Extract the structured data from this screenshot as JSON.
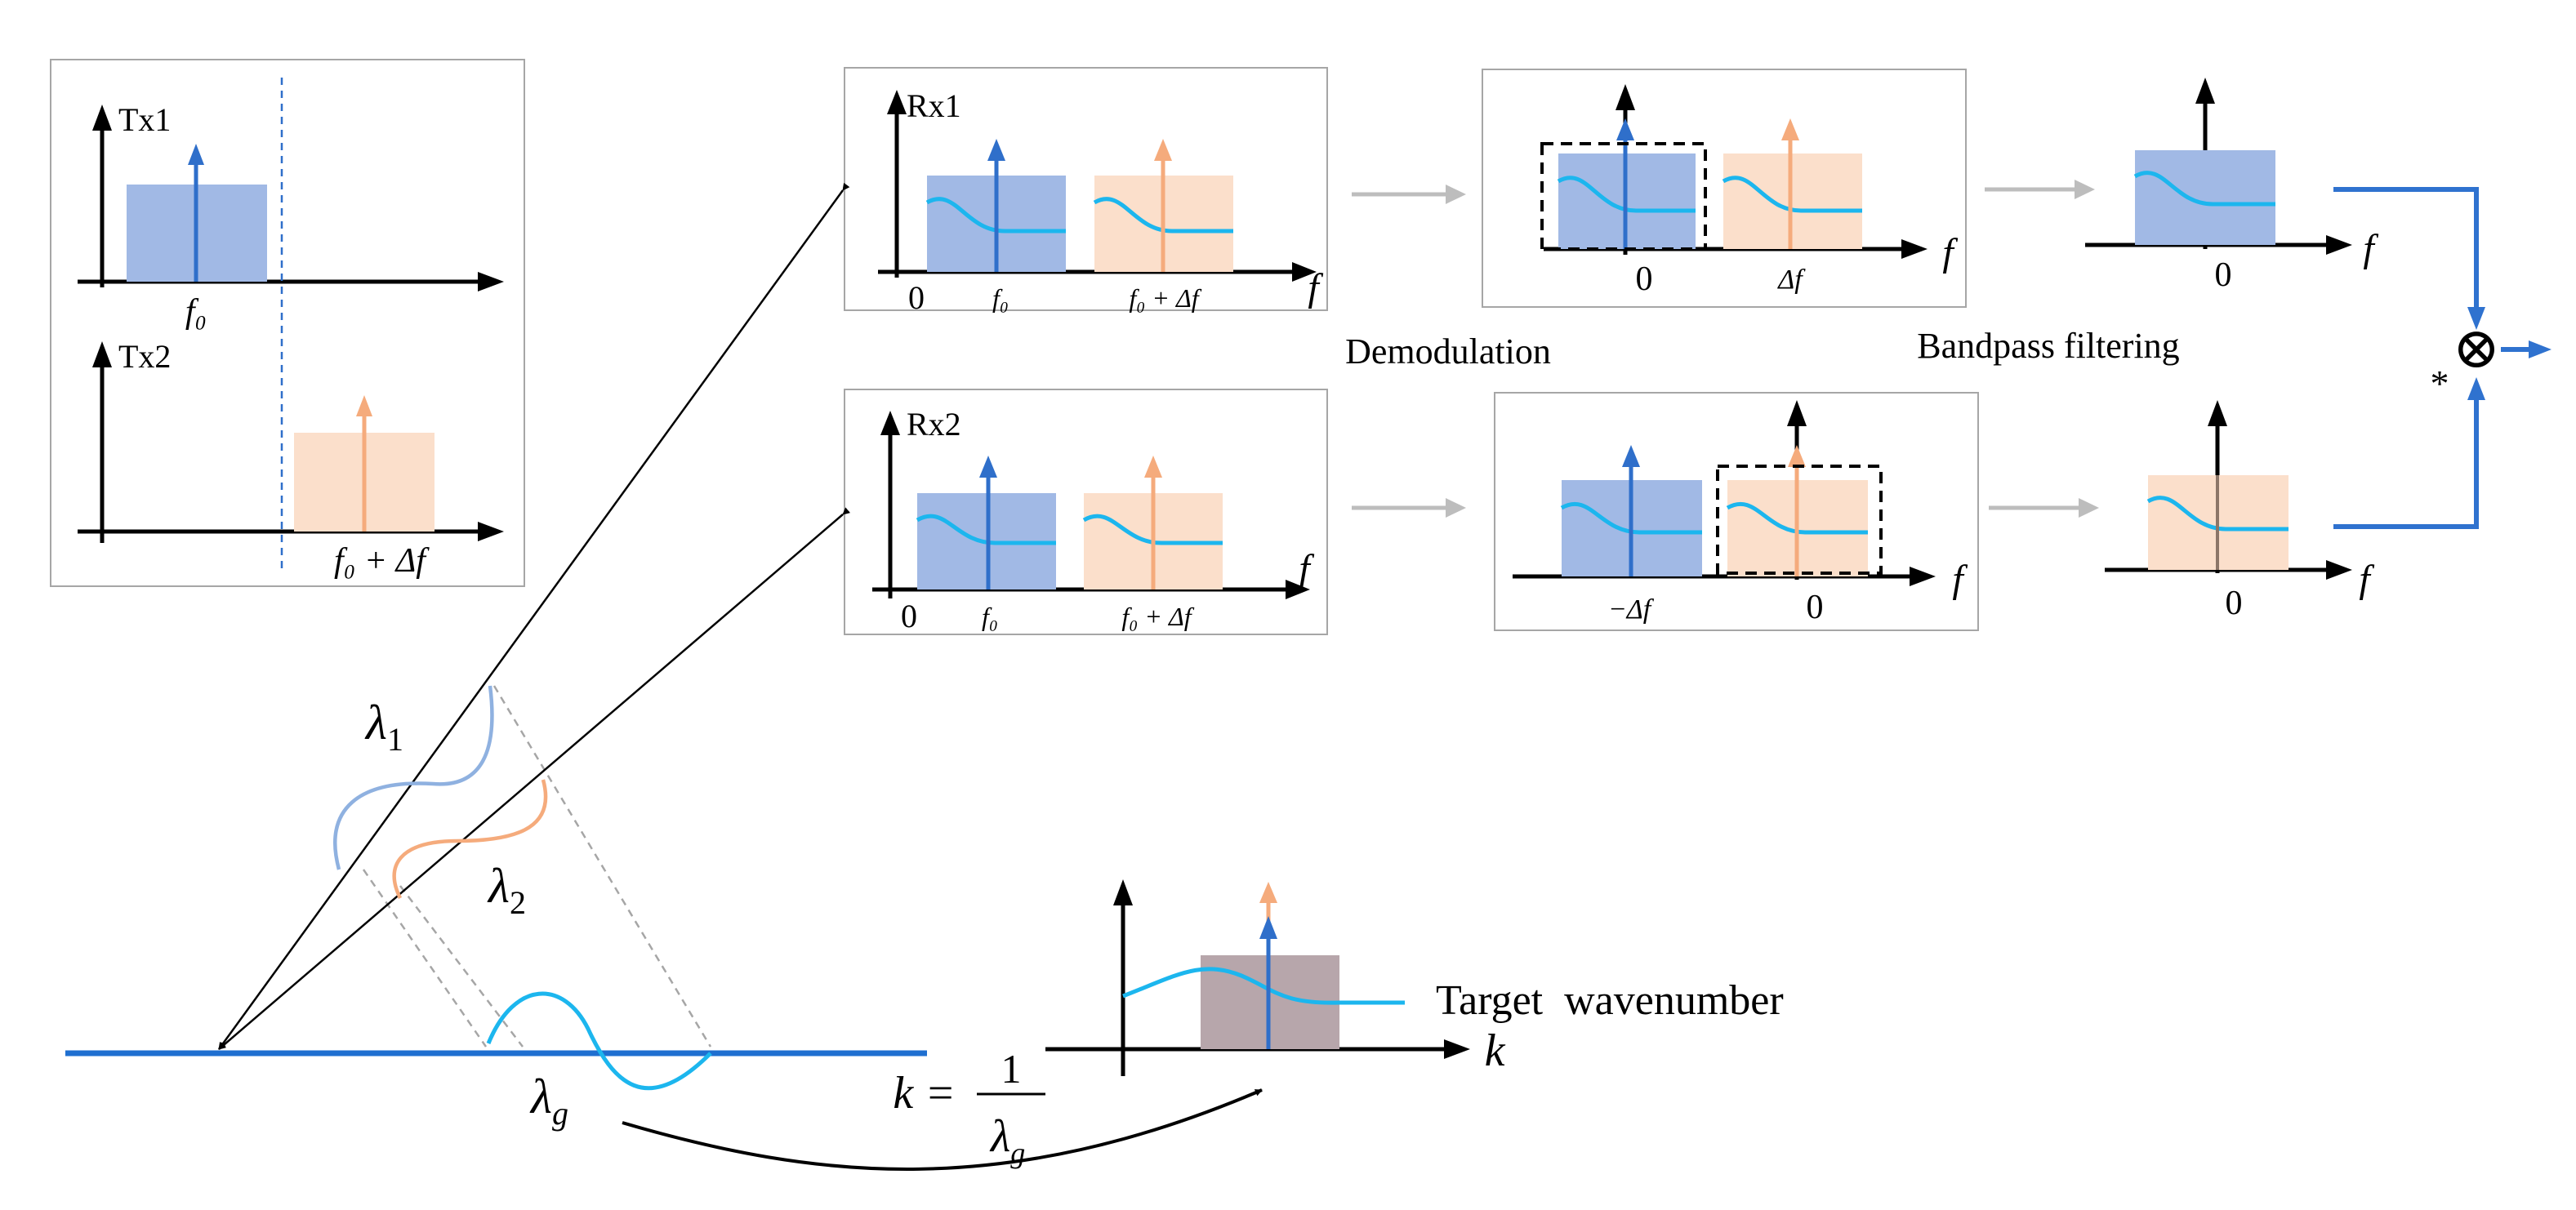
{
  "colors": {
    "blue": "#2f6fca",
    "blue_fill": "#a1b9e5",
    "orange": "#f5ab7c",
    "orange_fill": "#fbdfcb",
    "cyan": "#1cb6ee",
    "ground": "#1f6fd0",
    "output": "#2f72cf",
    "gray_arrow": "#bdbdbd",
    "target_fill": "#b7a6ab"
  },
  "transmit": {
    "tx1_label": "Tx1",
    "tx1_tick": "f₀",
    "tx2_label": "Tx2",
    "tx2_tick": "f₀ + Δf"
  },
  "rx1": {
    "label": "Rx1",
    "origin": "0",
    "tick_f0": "f₀",
    "tick_f0df": "f₀ + Δf",
    "axis": "f"
  },
  "rx2": {
    "label": "Rx2",
    "origin": "0",
    "tick_f0": "f₀",
    "tick_f0df": "f₀ + Δf",
    "axis": "f"
  },
  "demod1": {
    "tick_zero": "0",
    "tick_df": "Δf",
    "axis": "f"
  },
  "demod2": {
    "tick_mdf": "−Δf",
    "tick_zero": "0",
    "axis": "f"
  },
  "filtered1": {
    "tick_zero": "0",
    "axis": "f"
  },
  "filtered2": {
    "tick_zero": "0",
    "axis": "f"
  },
  "stages": {
    "demodulation": "Demodulation",
    "bandpass": "Bandpass filtering"
  },
  "mixer": {
    "conjugate": "*",
    "symbol": "⊗"
  },
  "waves": {
    "lambda1": "λ",
    "lambda1_sub": "1",
    "lambda2": "λ",
    "lambda2_sub": "2",
    "lambdag": "λ",
    "lambdag_sub": "g"
  },
  "wavenumber": {
    "k_eq": "k =",
    "numerator": "1",
    "denominator": "λ",
    "denominator_sub": "g",
    "target_label": "Target  wavenumber",
    "axis": "k"
  }
}
